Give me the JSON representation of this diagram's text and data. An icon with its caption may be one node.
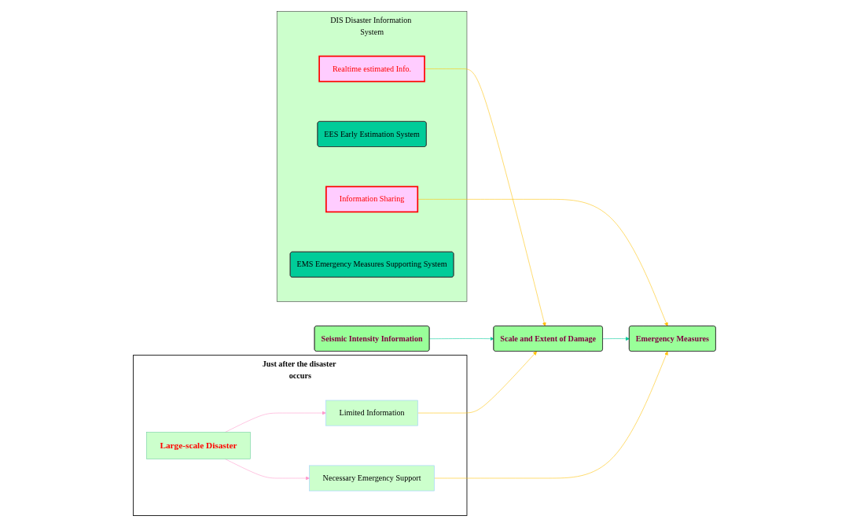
{
  "diagram": {
    "nodes": [
      {
        "text": [
          "Just after the disaster occurs"
        ]
      },
      {
        "text": [
          "Large-scale Disaster"
        ],
        "in": 0
      },
      {
        "text": [
          "Limited Information"
        ],
        "in": 0
      },
      {
        "text": [
          "Necessary Emergency Support"
        ],
        "in": 0
      },
      {
        "text": [
          "Seismic Intensity Information"
        ]
      },
      {
        "text": [
          "Scale and Extent of Damage"
        ]
      },
      {
        "text": [
          "Emergency Measures"
        ]
      },
      {
        "text": [
          "DIS Disaster Information System"
        ]
      },
      {
        "text": [
          "Realtime estimated Info."
        ],
        "in": 7
      },
      {
        "text": [
          "EES Early Estimation System"
        ],
        "in": 7
      },
      {
        "text": [
          "Information Sharing"
        ],
        "in": 7
      },
      {
        "text": [
          "EMS Emergency Measures Supporting System"
        ],
        "in": 7
      }
    ],
    "edges": [
      {
        "from": 1,
        "to": 2,
        "arrow": "to",
        "color": "#ff99cc"
      },
      {
        "from": 1,
        "to": 3,
        "arrow": "to",
        "color": "#ff99cc"
      },
      {
        "from": 2,
        "to": 5,
        "arrow": "to",
        "color": "#ffc000"
      },
      {
        "from": 4,
        "to": 5,
        "arrow": "to",
        "color": "#00cc99"
      },
      {
        "from": 5,
        "to": 6,
        "arrow": "to",
        "color": "#00cc99"
      },
      {
        "from": 8,
        "to": 5,
        "arrow": "to",
        "color": "#ffc000"
      },
      {
        "from": 3,
        "to": 6,
        "arrow": "to",
        "color": "#ffc000"
      },
      {
        "from": 10,
        "to": 6,
        "arrow": "to",
        "color": "#ffc000"
      }
    ]
  }
}
